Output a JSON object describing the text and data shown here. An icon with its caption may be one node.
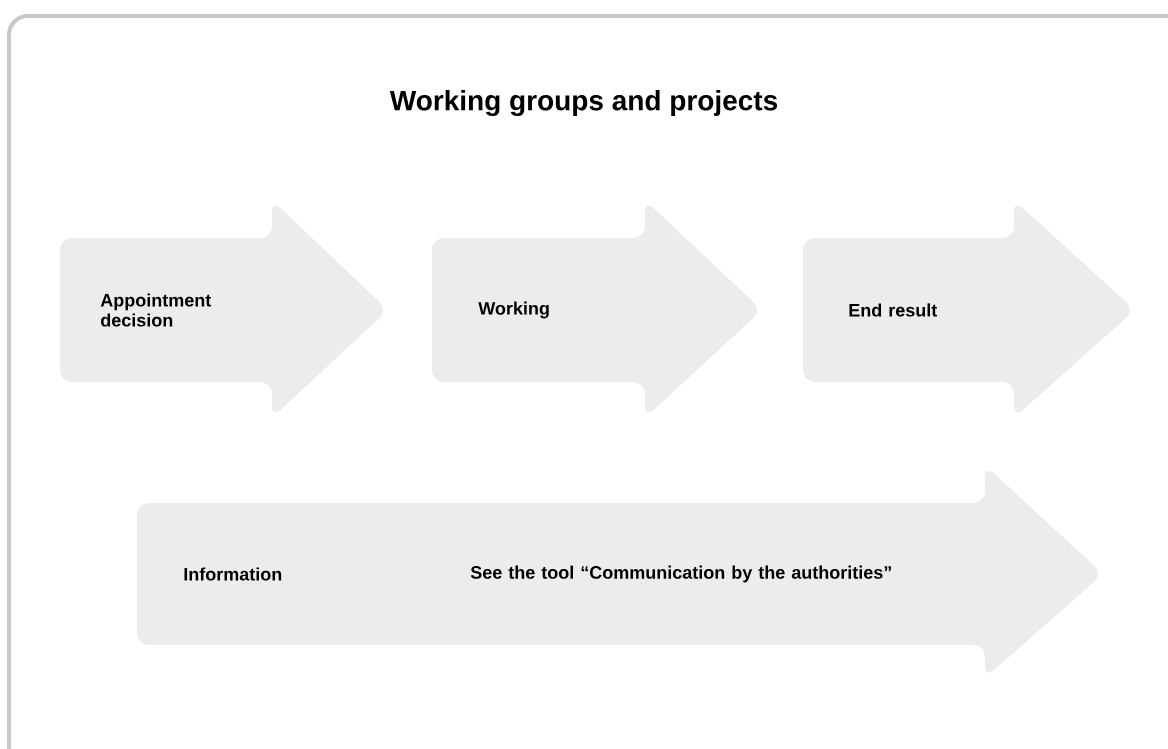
{
  "diagram": {
    "title": "Working groups and projects",
    "nodes": [
      {
        "text": [
          "Appointment decision"
        ]
      },
      {
        "text": [
          "Working"
        ]
      },
      {
        "text": [
          "End result"
        ]
      },
      {
        "text": [
          "Information",
          "See the tool “Communication by the authorities”"
        ]
      }
    ]
  }
}
